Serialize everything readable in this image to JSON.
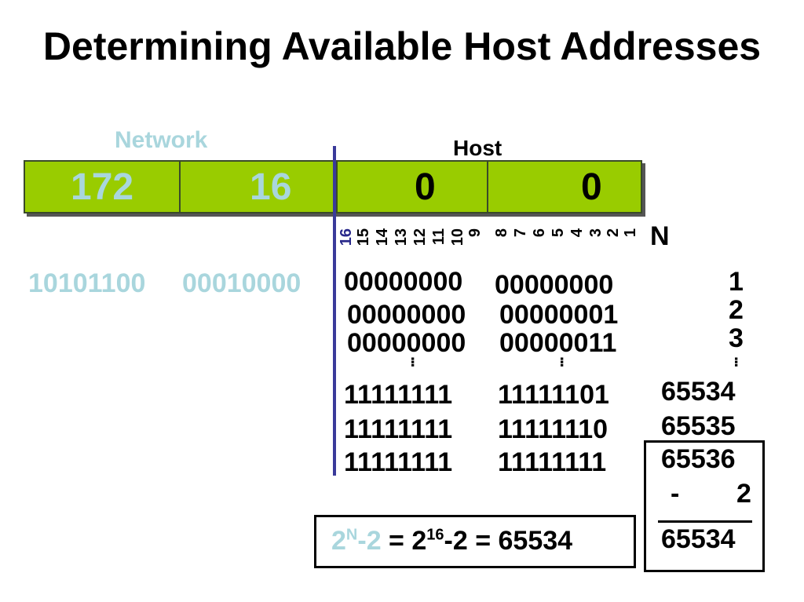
{
  "title": "Determining Available Host Addresses",
  "labels": {
    "network": "Network",
    "host": "Host",
    "n": "N"
  },
  "octets": [
    "172",
    "16",
    "0",
    "0"
  ],
  "bit_positions": [
    "16",
    "15",
    "14",
    "13",
    "12",
    "11",
    "10",
    "9",
    "8",
    "7",
    "6",
    "5",
    "4",
    "3",
    "2",
    "1"
  ],
  "network_bits": {
    "octet1": "10101100",
    "octet2": "00010000"
  },
  "host_rows": [
    {
      "a": "00000000",
      "b": "00000000",
      "n": "1"
    },
    {
      "a": "00000000",
      "b": "00000001",
      "n": "2"
    },
    {
      "a": "00000000",
      "b": "00000011",
      "n": "3"
    },
    {
      "a": "11111111",
      "b": "11111101",
      "n": "65534"
    },
    {
      "a": "11111111",
      "b": "11111110",
      "n": "65535"
    },
    {
      "a": "11111111",
      "b": "11111111",
      "n": ""
    }
  ],
  "ellipsis": "...",
  "subtraction": {
    "total": "65536",
    "minus": "-",
    "subtract": "2",
    "result": "65534"
  },
  "formula": {
    "base": "2",
    "exp_n": "N",
    "minus_n": "-2",
    "eq1": " = 2",
    "exp_16": "16",
    "tail": "-2 = 65534"
  },
  "colors": {
    "green": "#99cc00",
    "teal": "#a9d6dd",
    "navy": "#28288a"
  }
}
